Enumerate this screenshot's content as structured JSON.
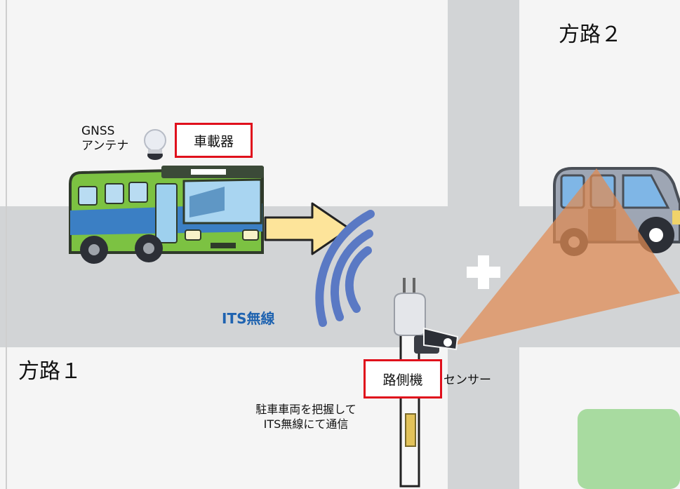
{
  "labels": {
    "road_2": "方路２",
    "road_1": "方路１",
    "gnss_line1": "GNSS",
    "gnss_line2": "アンテナ",
    "onboard_unit": "車載器",
    "its_radio": "ITS無線",
    "roadside_unit": "路側機",
    "sensor": "センサー",
    "note_line1": "駐車車両を把握して",
    "note_line2": "ITS無線にて通信"
  },
  "colors": {
    "road": "#d2d4d6",
    "ground": "#f5f5f5",
    "highlight_border": "#e0101c",
    "radio_waves": "#5a79c4",
    "its_text": "#1f63b0",
    "arrow_fill": "#fde49a",
    "sensor_cone": "#e08a52",
    "bus_green": "#7cc242",
    "bus_blue": "#3b7fc4",
    "van": "#9ea6b4",
    "green_patch": "#a8dba0"
  }
}
